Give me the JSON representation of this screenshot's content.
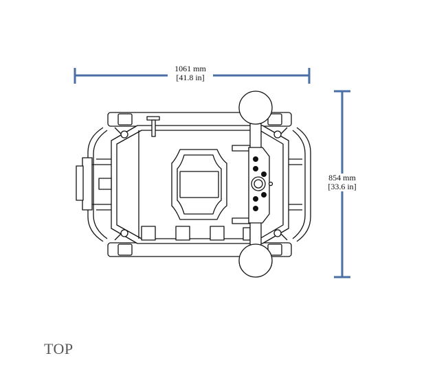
{
  "view_label": "TOP",
  "dimensions": {
    "width": {
      "metric": "1061 mm",
      "imperial": "[41.8 in]"
    },
    "height": {
      "metric": "854 mm",
      "imperial": "[33.6 in]"
    }
  },
  "colors": {
    "dimension_line": "#4a6fa5",
    "outline": "#111111",
    "label": "#555555"
  }
}
